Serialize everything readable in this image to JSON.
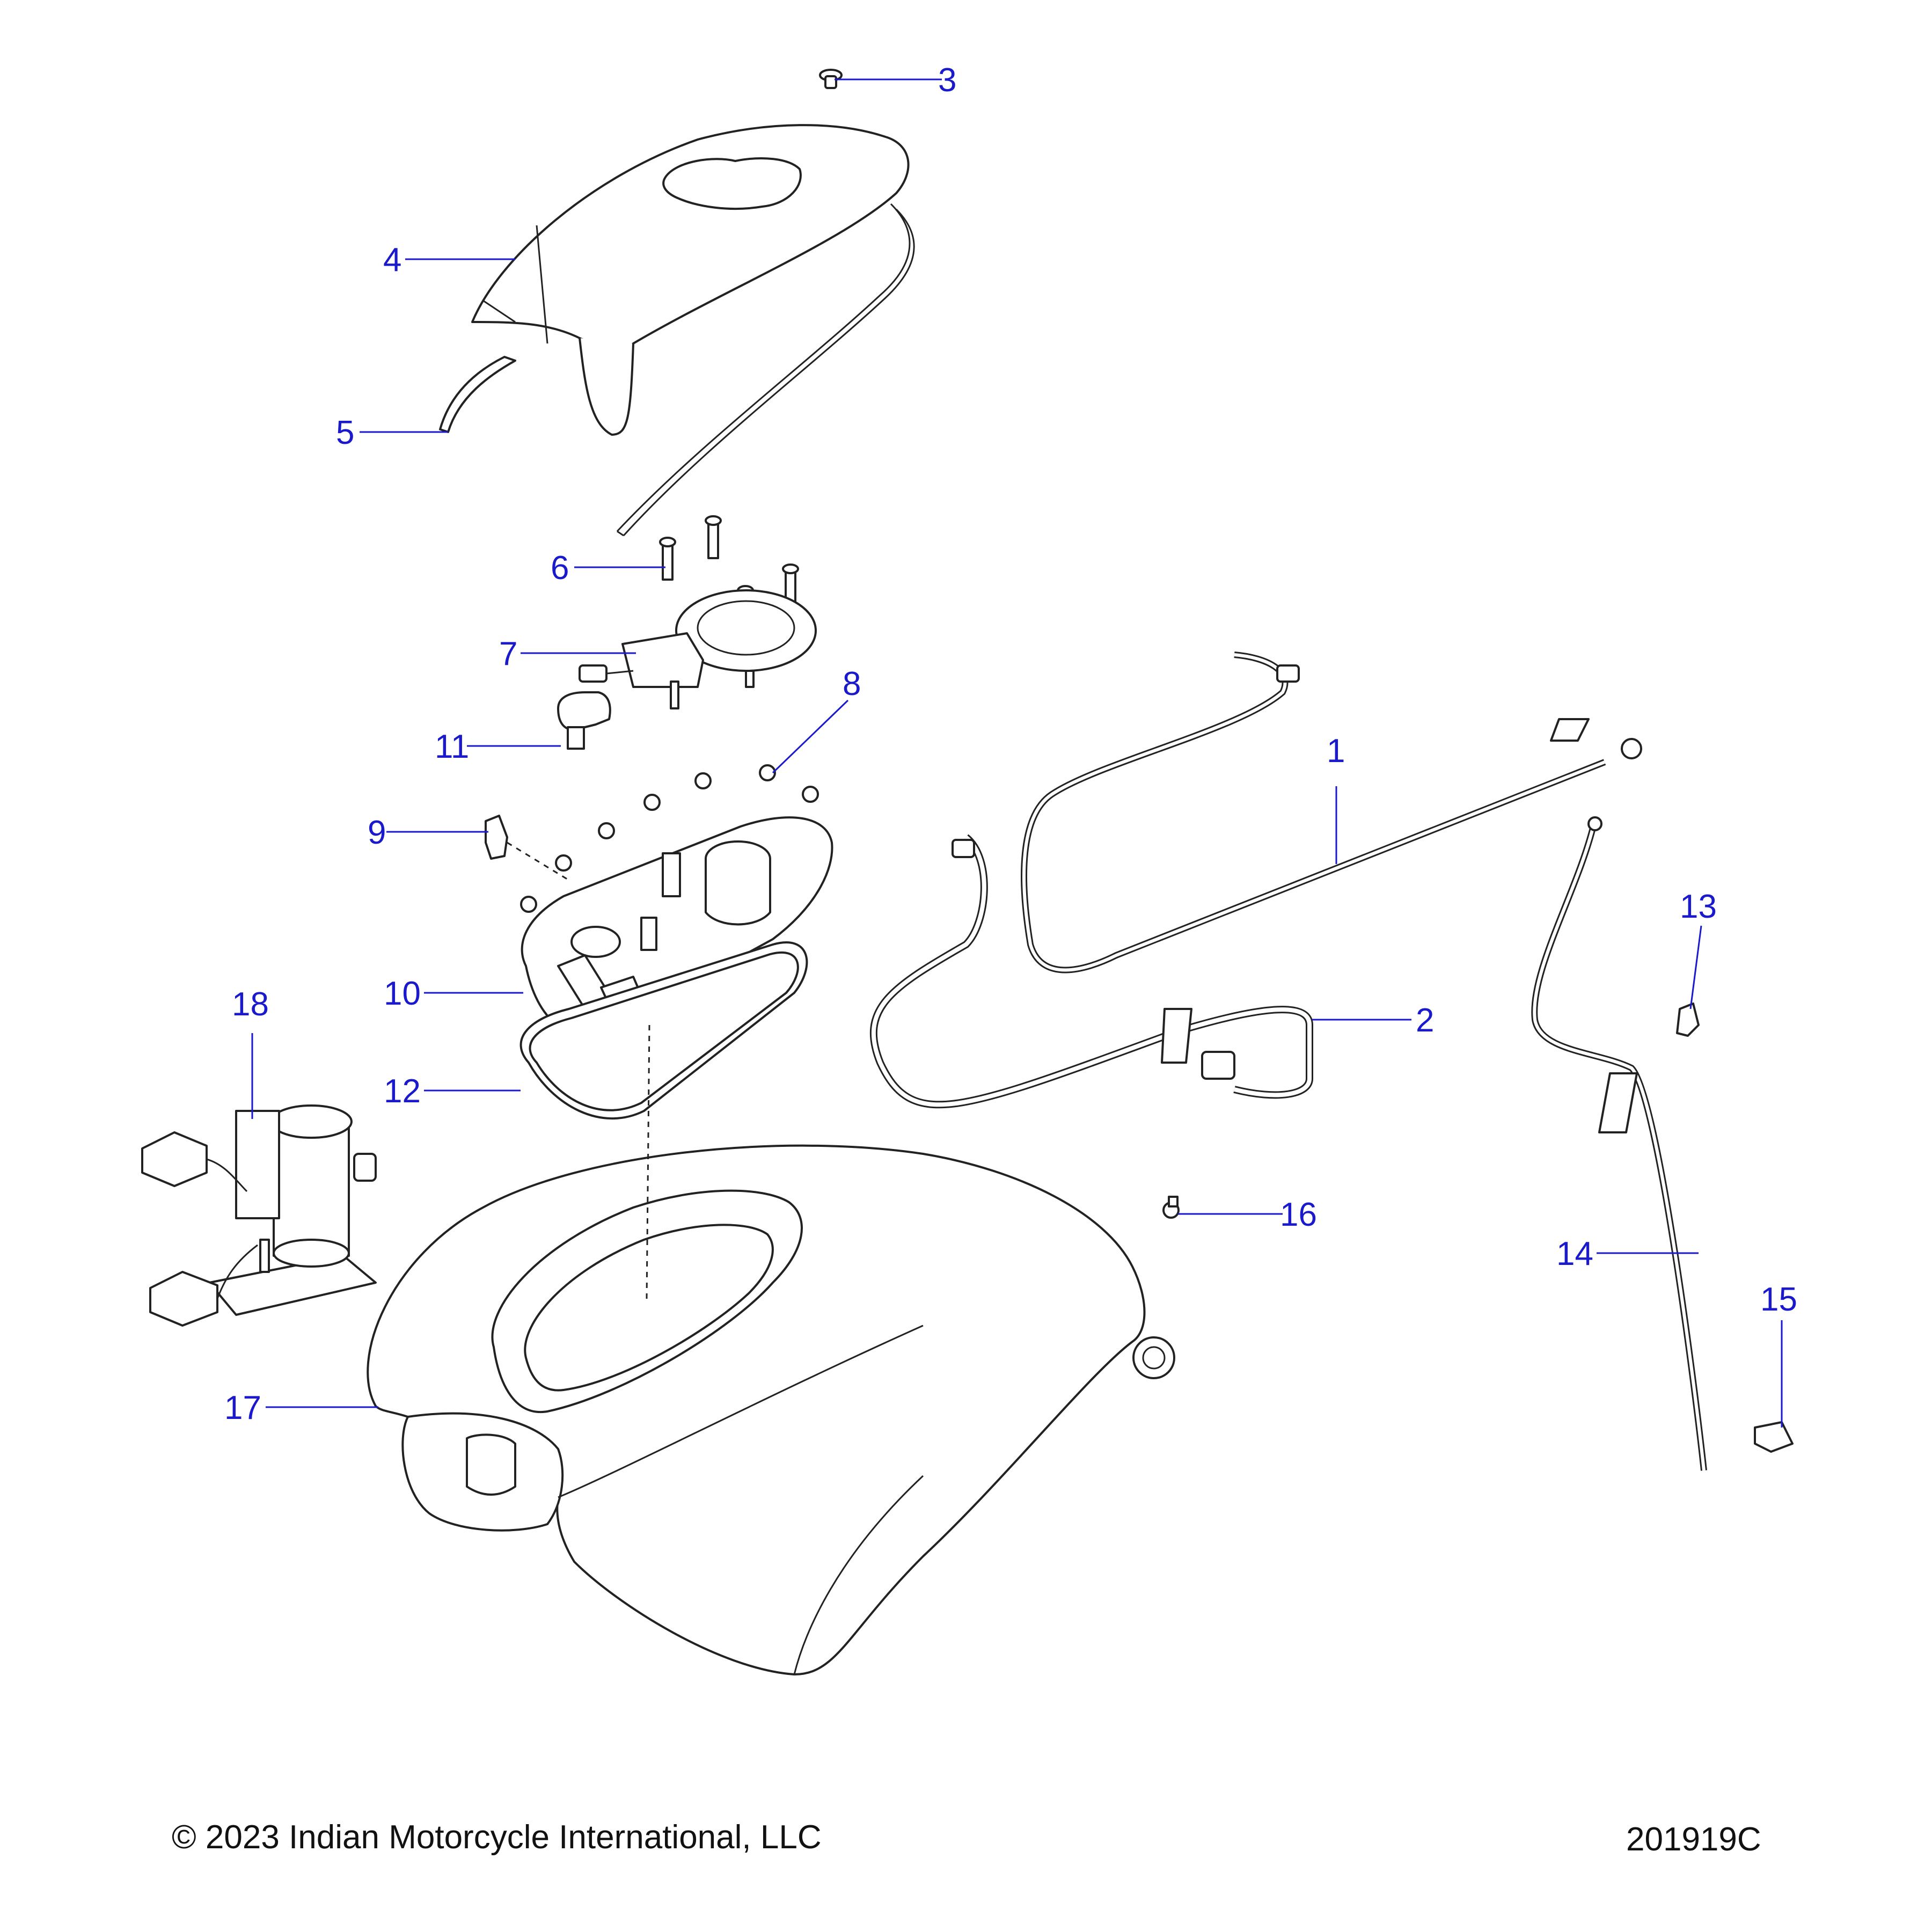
{
  "footer": {
    "copyright": "© 2023 Indian Motorcycle International, LLC",
    "figure_id": "201919C"
  },
  "callouts": {
    "c1": "1",
    "c2": "2",
    "c3": "3",
    "c4": "4",
    "c5": "5",
    "c6": "6",
    "c7": "7",
    "c8": "8",
    "c9": "9",
    "c10": "10",
    "c11": "11",
    "c12": "12",
    "c13": "13",
    "c14": "14",
    "c15": "15",
    "c16": "16",
    "c17": "17",
    "c18": "18"
  },
  "colors": {
    "callout": "#1a1acc",
    "linework": "#222222"
  }
}
